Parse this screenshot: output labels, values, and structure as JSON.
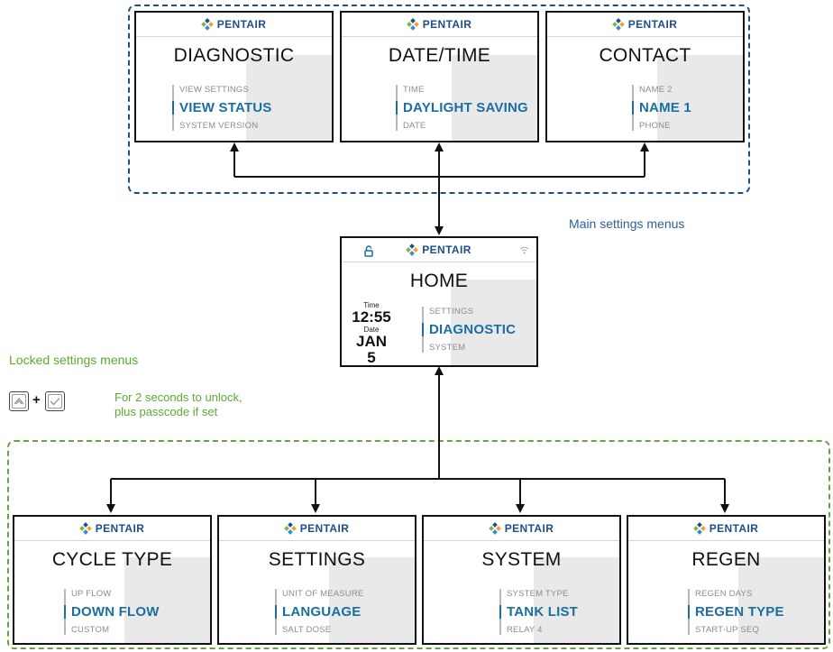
{
  "brand": "PENTAIR",
  "labels": {
    "main": "Main settings menus",
    "locked": "Locked settings menus",
    "unlock_line1": "For 2 seconds to unlock,",
    "unlock_line2": "plus passcode if set",
    "plus": "+"
  },
  "home": {
    "title": "HOME",
    "time_label": "Time",
    "time_value": "12:55",
    "date_label": "Date",
    "date_value": "JAN 5",
    "menu_prev": "SETTINGS",
    "menu_sel": "DIAGNOSTIC",
    "menu_next": "SYSTEM"
  },
  "top_screens": [
    {
      "title": "DIAGNOSTIC",
      "prev": "VIEW SETTINGS",
      "sel": "VIEW STATUS",
      "next": "SYSTEM VERSION"
    },
    {
      "title": "DATE/TIME",
      "prev": "TIME",
      "sel": "DAYLIGHT SAVING",
      "next": "DATE"
    },
    {
      "title": "CONTACT",
      "prev": "NAME 2",
      "sel": "NAME 1",
      "next": "PHONE"
    }
  ],
  "bottom_screens": [
    {
      "title": "CYCLE TYPE",
      "prev": "UP FLOW",
      "sel": "DOWN FLOW",
      "next": "CUSTOM"
    },
    {
      "title": "SETTINGS",
      "prev": "UNIT OF MEASURE",
      "sel": "LANGUAGE",
      "next": "SALT DOSE"
    },
    {
      "title": "SYSTEM",
      "prev": "SYSTEM TYPE",
      "sel": "TANK LIST",
      "next": "RELAY 4"
    },
    {
      "title": "REGEN",
      "prev": "REGEN DAYS",
      "sel": "REGEN TYPE",
      "next": "START-UP SEQ"
    }
  ],
  "icons": {
    "unlock": "unlocked-padlock-icon",
    "wifi": "wifi-icon",
    "up_key": "up-arrow-key-icon",
    "check_key": "checkmark-key-icon"
  },
  "colors": {
    "main_border": "#1f4f8a",
    "locked_border": "#6aa33c",
    "selected_text": "#1a6fa0",
    "brand_text": "#1d4f8c"
  }
}
